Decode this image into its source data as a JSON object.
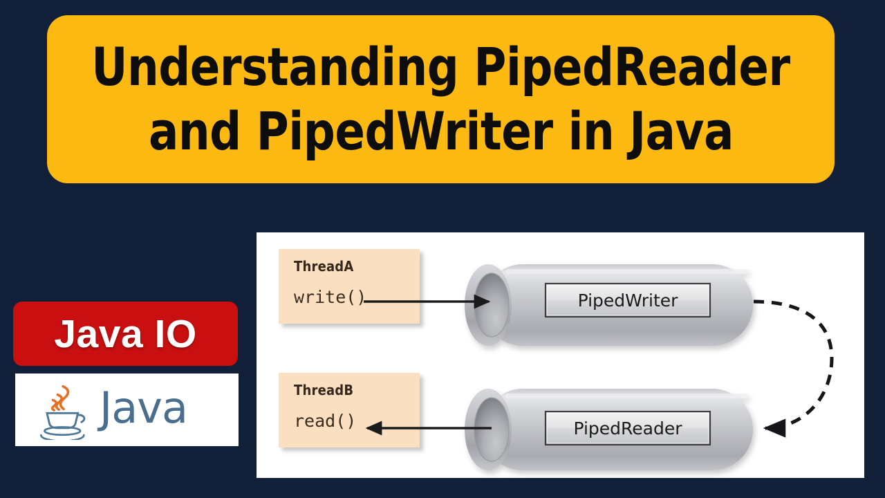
{
  "theme": {
    "background": "#112038",
    "banner_bg": "#FBB911",
    "banner_text": "#0d0d0d",
    "badge_bg": "#C90F10",
    "badge_text": "#FFFFFF",
    "panel_bg": "#FFFFFF",
    "thread_box_bg": "#FADFC0",
    "thread_box_text": "#35271C",
    "pipe_gray_light": "#E2E2E4",
    "pipe_gray_mid": "#B9BABE",
    "pipe_gray_dark": "#8C8D92",
    "java_blue": "#4A6E8E",
    "java_orange": "#E76F22"
  },
  "banner": {
    "line1": "Understanding PipedReader",
    "line2": "and PipedWriter in Java"
  },
  "badge": {
    "label": "Java IO"
  },
  "logo": {
    "wordmark": "Java",
    "icon_name": "java-coffee-cup-icon"
  },
  "diagram": {
    "threads": [
      {
        "name": "ThreadA",
        "call": "write()",
        "arrow_direction": "right"
      },
      {
        "name": "ThreadB",
        "call": "read()",
        "arrow_direction": "left"
      }
    ],
    "pipes": [
      {
        "label": "PipedWriter",
        "opening": "left"
      },
      {
        "label": "PipedReader",
        "opening": "left"
      }
    ],
    "connector": {
      "style": "dashed",
      "from": "PipedWriter right end",
      "to": "PipedReader right end",
      "arrow_direction": "left"
    }
  }
}
